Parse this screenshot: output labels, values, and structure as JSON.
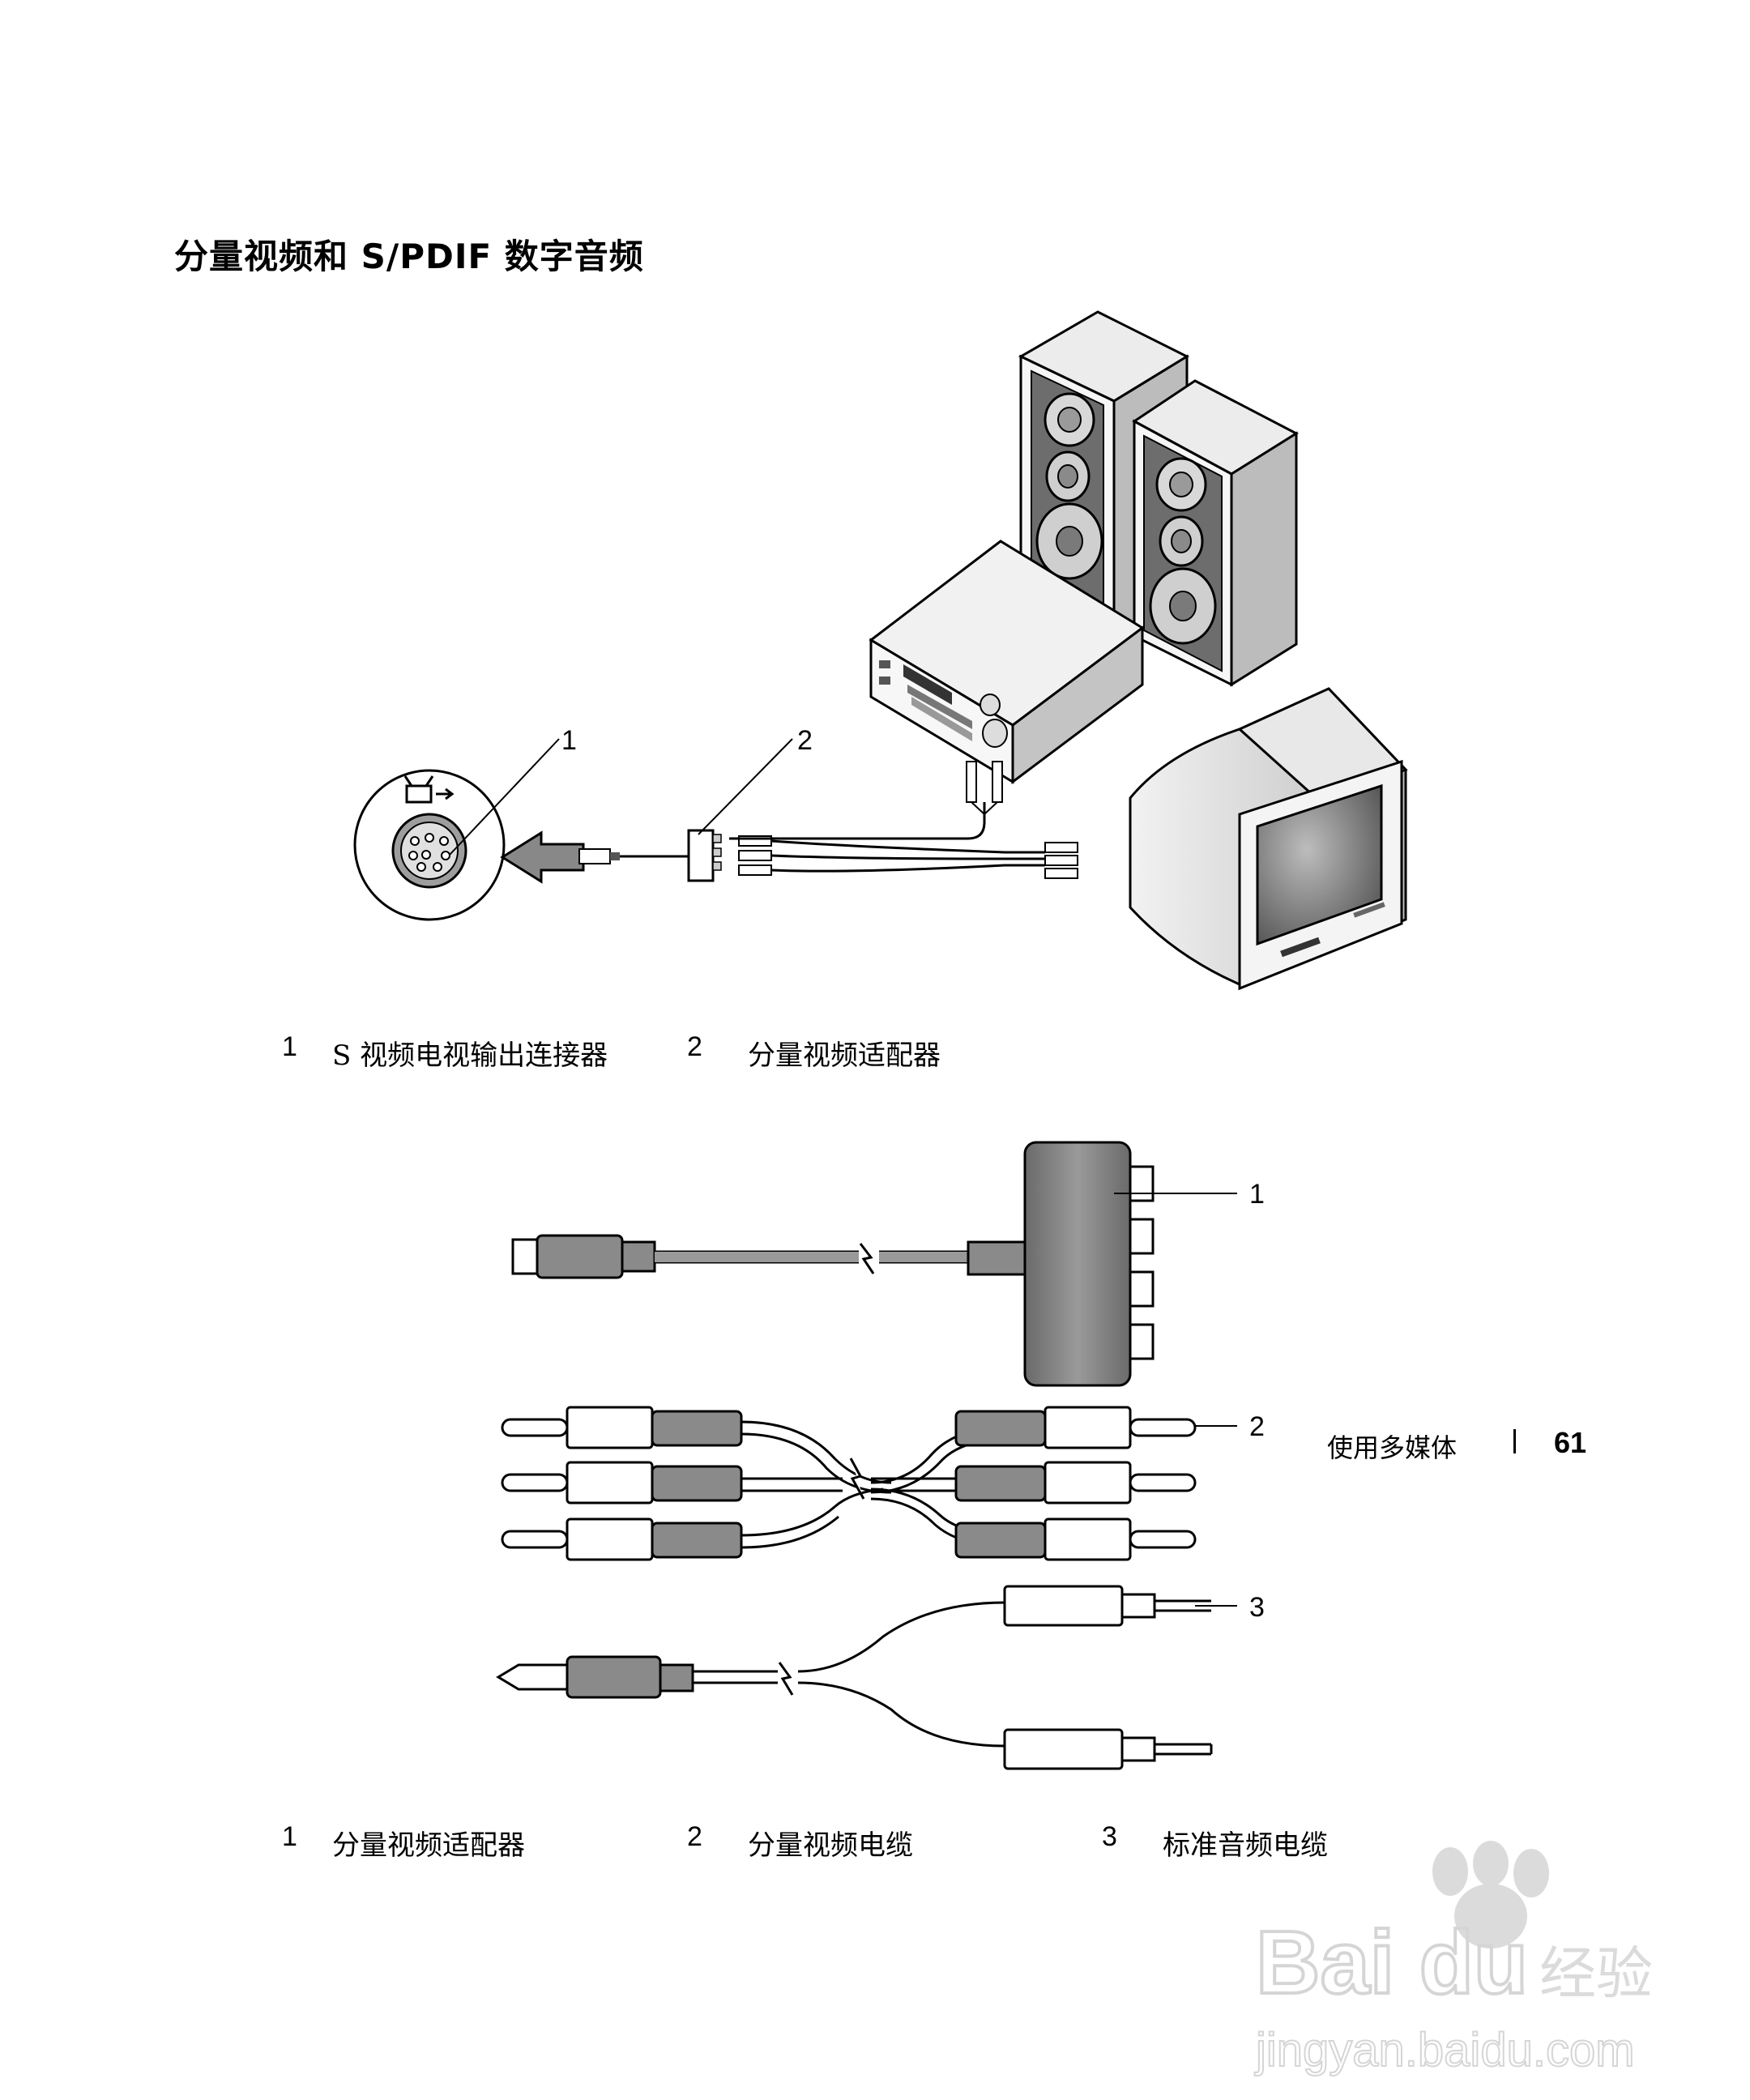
{
  "heading": "分量视频和 S/PDIF 数字音频",
  "figure1": {
    "callouts": [
      "1",
      "2"
    ],
    "captions": [
      {
        "num": "1",
        "text": "S 视频电视输出连接器"
      },
      {
        "num": "2",
        "text": "分量视频适配器"
      }
    ]
  },
  "figure2": {
    "callouts": [
      "1",
      "2",
      "3"
    ],
    "captions": [
      {
        "num": "1",
        "text": "分量视频适配器"
      },
      {
        "num": "2",
        "text": "分量视频电缆"
      },
      {
        "num": "3",
        "text": "标准音频电缆"
      }
    ]
  },
  "footer": {
    "section": "使用多媒体",
    "page": "61"
  },
  "watermark": {
    "brand": "Bai du 经验",
    "url": "jingyan.baidu.com"
  }
}
